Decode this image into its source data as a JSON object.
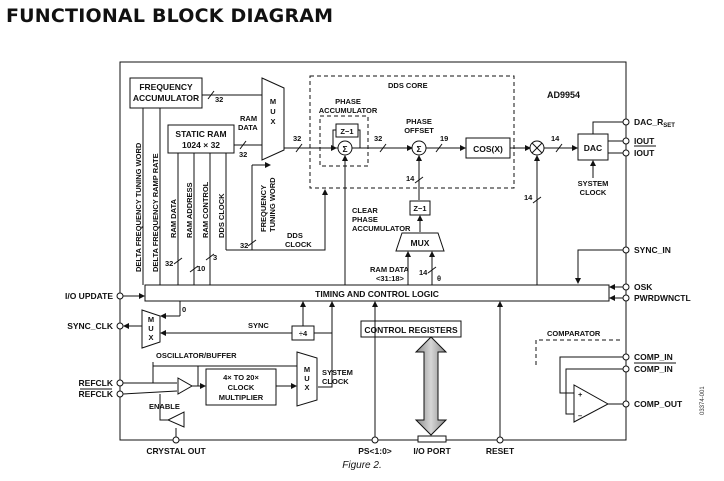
{
  "title": "FUNCTIONAL BLOCK DIAGRAM",
  "caption": "Figure 2.",
  "doc_number": "03374-001",
  "chip_name": "AD9954",
  "blocks": {
    "freq_acc": [
      "FREQUENCY",
      "ACCUMULATOR"
    ],
    "static_ram": [
      "STATIC RAM",
      "1024 × 32"
    ],
    "dds_core": "DDS CORE",
    "phase_acc": [
      "PHASE",
      "ACCUMULATOR"
    ],
    "phase_offset": [
      "PHASE",
      "OFFSET"
    ],
    "cos": "COS(X)",
    "dac": "DAC",
    "timing": "TIMING AND CONTROL LOGIC",
    "control_regs": "CONTROL REGISTERS",
    "comparator": "COMPARATOR",
    "osc": "OSCILLATOR/BUFFER",
    "clk_mult": [
      "4× TO 20×",
      "CLOCK",
      "MULTIPLIER"
    ],
    "z1": "Z−1",
    "z1_b": "Z−1",
    "div4": "÷4",
    "mux": "MUX",
    "mux_letters": [
      "M",
      "U",
      "X"
    ],
    "sigma": "Σ"
  },
  "signals": {
    "ram_data": [
      "RAM",
      "DATA"
    ],
    "dftw": "DELTA FREQUENCY TUNING WORD",
    "dfrr": "DELTA FREQUENCY RAMP RATE",
    "ram_data_v": "RAM DATA",
    "ram_address": "RAM ADDRESS",
    "ram_control": "RAM CONTROL",
    "dds_clock_v": "DDS CLOCK",
    "ftw": [
      "FREQUENCY",
      "TUNING WORD"
    ],
    "dds_clock": [
      "DDS",
      "CLOCK"
    ],
    "clear_phase": [
      "CLEAR",
      "PHASE",
      "ACCUMULATOR"
    ],
    "ram_data_sub": [
      "RAM DATA",
      "<31:18>"
    ],
    "theta": "θ",
    "system_clock_r": [
      "SYSTEM",
      "CLOCK"
    ],
    "sync": "SYNC",
    "system_clock_l": [
      "SYSTEM",
      "CLOCK"
    ],
    "enable": "ENABLE",
    "zero": "0"
  },
  "bus_widths": {
    "w32a": "32",
    "w32b": "32",
    "w32c": "32",
    "w32d": "32",
    "w32e": "32",
    "w32f": "32",
    "w19": "19",
    "w14a": "14",
    "w14b": "14",
    "w14c": "14",
    "w14d": "14",
    "w10": "10",
    "w3": "3"
  },
  "pins": {
    "dac_rset": "DAC_R",
    "dac_rset_sub": "SET",
    "iout": "IOUT",
    "iout_bar": "IOUT",
    "sync_in": "SYNC_IN",
    "osk": "OSK",
    "pwrdwnctl": "PWRDWNCTL",
    "comp_in": "COMP_IN",
    "comp_in_bar": "COMP_IN",
    "comp_out": "COMP_OUT",
    "io_update": "I/O UPDATE",
    "sync_clk": "SYNC_CLK",
    "refclk": "REFCLK",
    "refclk_bar": "REFCLK",
    "crystal_out": "CRYSTAL OUT",
    "ps": "PS<1:0>",
    "io_port": "I/O PORT",
    "reset": "RESET"
  },
  "comparator_signs": {
    "plus": "+",
    "minus": "–"
  }
}
